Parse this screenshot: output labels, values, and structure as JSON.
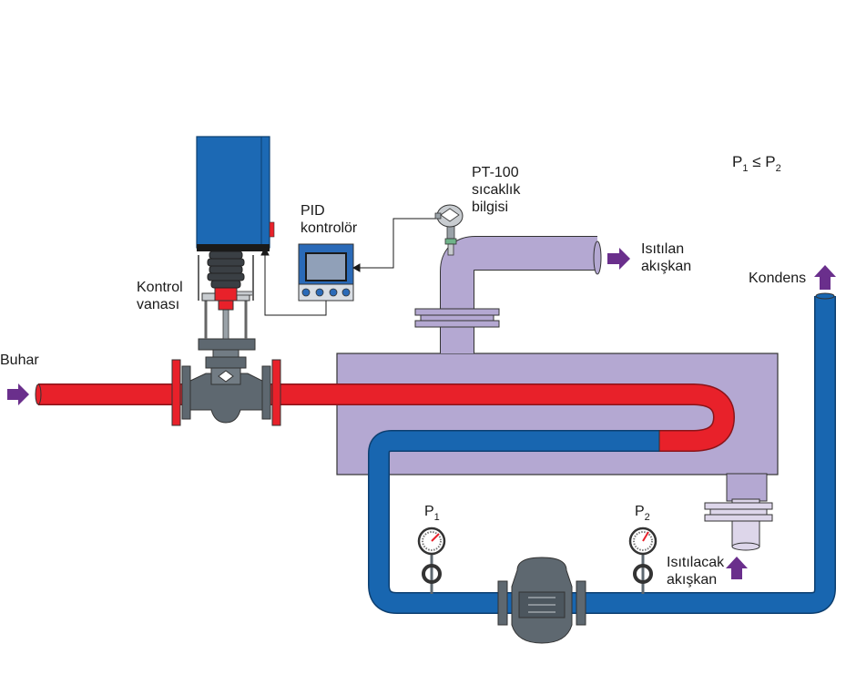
{
  "labels": {
    "steam_in": "Buhar",
    "control_valve_line1": "Kontrol",
    "control_valve_line2": "vanası",
    "pid_line1": "PID",
    "pid_line2": "kontrolör",
    "pt100_line1": "PT-100",
    "pt100_line2": "sıcaklık",
    "pt100_line3": "bilgisi",
    "heated_out_line1": "Isıtılan",
    "heated_out_line2": "akışkan",
    "condensate": "Kondens",
    "cold_in_line1": "Isıtılacak",
    "cold_in_line2": "akışkan"
  },
  "gauges": {
    "p1": {
      "letter": "P",
      "index": "1"
    },
    "p2": {
      "letter": "P",
      "index": "2"
    }
  },
  "relation": {
    "left": "P",
    "left_index": "1",
    "op": "≤",
    "right": "P",
    "right_index": "2"
  },
  "colors": {
    "steam_pipe": "#e8212a",
    "condensate_pipe": "#1866b0",
    "shell": "#b4a8d2",
    "actuator": "#1c69b4",
    "valve_body": "#5e6870",
    "arrow": "#6a2f8c",
    "controller_body": "#2a6ab8",
    "controller_screen": "#90a0b8"
  }
}
